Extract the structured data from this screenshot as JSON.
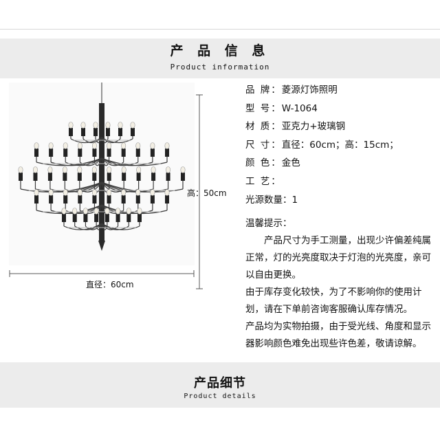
{
  "header": {
    "title_cn": "产 品 信 息",
    "title_en": "Product information"
  },
  "dimensions": {
    "height_label": "高：50cm",
    "width_label": "直径：60cm"
  },
  "specs": [
    {
      "label": "品 牌：",
      "value": "菱源灯饰照明"
    },
    {
      "label": "型 号：",
      "value": "W-1064"
    },
    {
      "label": "材 质：",
      "value": "亚克力+玻璃钢"
    },
    {
      "label": "尺 寸：",
      "value": "直径：60cm；高：15cm；"
    },
    {
      "label": "颜 色：",
      "value": "金色"
    },
    {
      "label": "工 艺：",
      "value": ""
    },
    {
      "label": "光源数量：",
      "value": "1"
    }
  ],
  "notes": {
    "title": "温馨提示：",
    "paragraphs": [
      "产品尺寸为手工测量，出现少许偏差纯属正常，灯的光亮度取决于灯泡的光亮度，亲可以自由更换。",
      "由于库存变化较快，为了不影响你的使用计划，请在下单前咨询客服确认库存情况。",
      "产品均为实物拍摄，由于受光线、角度和显示器影响颜色难免出现些许色差，敬请谅解。"
    ]
  },
  "footer": {
    "title_cn": "产品细节",
    "title_en": "Product details"
  }
}
